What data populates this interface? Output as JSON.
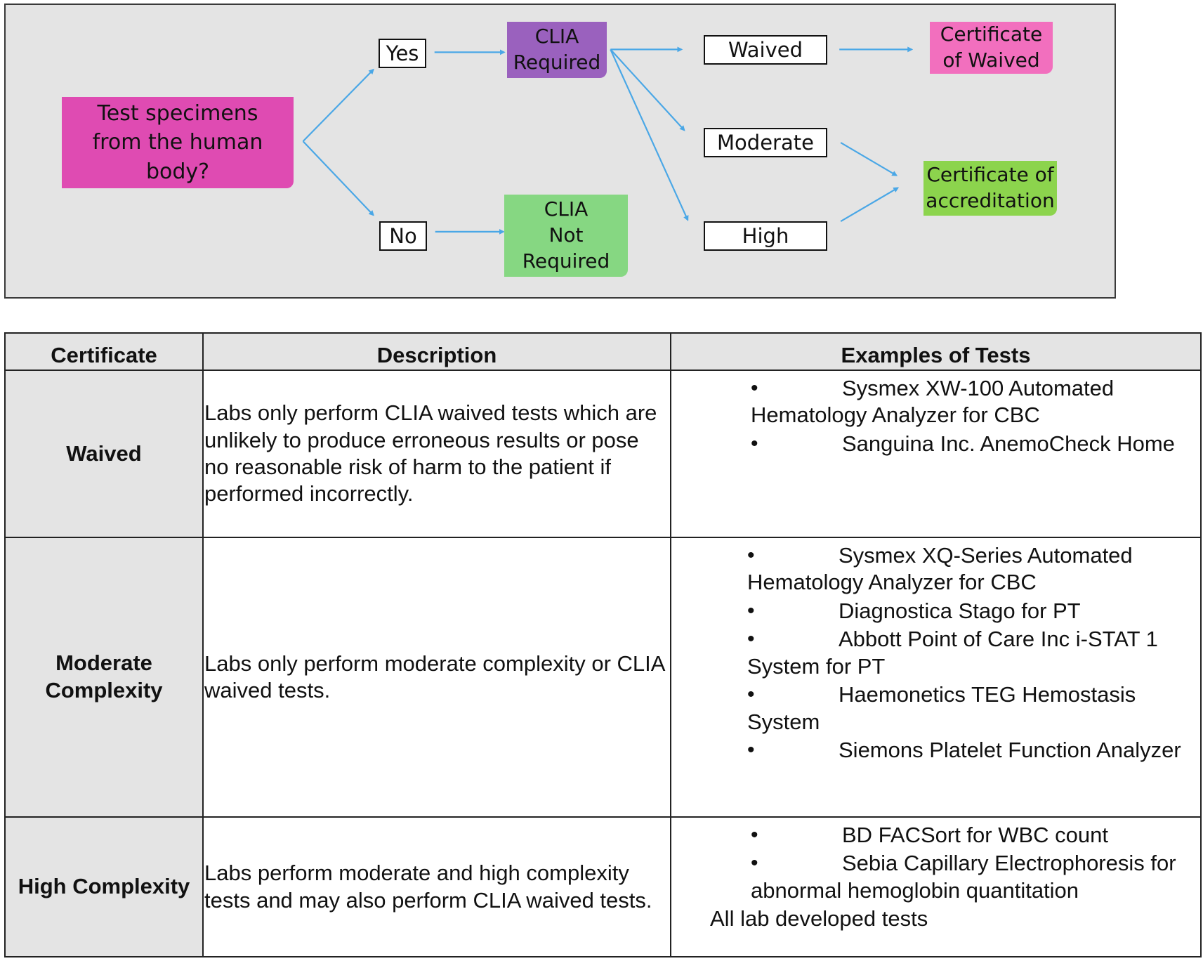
{
  "flowchart": {
    "question": "Test specimens\nfrom the human\nbody?",
    "yes": "Yes",
    "no": "No",
    "clia_required": "CLIA\nRequired",
    "clia_not_required": "CLIA\nNot\nRequired",
    "waived": "Waived",
    "moderate": "Moderate",
    "high": "High",
    "certificate_waived": "Certificate\nof Waived",
    "certificate_accreditation": "Certificate of\naccreditation",
    "colors": {
      "question": "#df4bb2",
      "clia_required": "#9a61be",
      "clia_not_required": "#86d782",
      "certificate_waived": "#f26fbe",
      "certificate_accreditation": "#8cd44d",
      "arrow": "#4aa7e6",
      "panel": "#e4e4e4"
    }
  },
  "table": {
    "headers": [
      "Certificate",
      "Description",
      "Examples of Tests"
    ],
    "rows": [
      {
        "certificate": "Waived",
        "description": "Labs only perform CLIA waived tests which are unlikely to produce erroneous results or pose no reasonable risk of harm to the patient if performed incorrectly.",
        "examples": [
          "Sysmex XW-100 Automated Hematology Analyzer for CBC",
          "Sanguina Inc. AnemoCheck Home"
        ],
        "extra": ""
      },
      {
        "certificate": "Moderate Complexity",
        "description": "Labs only perform moderate complexity or CLIA waived tests.",
        "examples": [
          "Sysmex XQ-Series Automated Hematology Analyzer for CBC",
          "Diagnostica Stago for PT",
          "Abbott Point of Care Inc i-STAT 1 System for PT",
          "Haemonetics TEG Hemostasis System",
          "Siemons Platelet Function Analyzer"
        ],
        "extra": ""
      },
      {
        "certificate": "High Complexity",
        "description": "Labs perform moderate and high complexity tests and may also perform CLIA waived tests.",
        "examples": [
          "BD FACSort for WBC count",
          "Sebia Capillary Electrophoresis for abnormal hemoglobin quantitation"
        ],
        "extra": "All lab developed tests"
      }
    ]
  }
}
